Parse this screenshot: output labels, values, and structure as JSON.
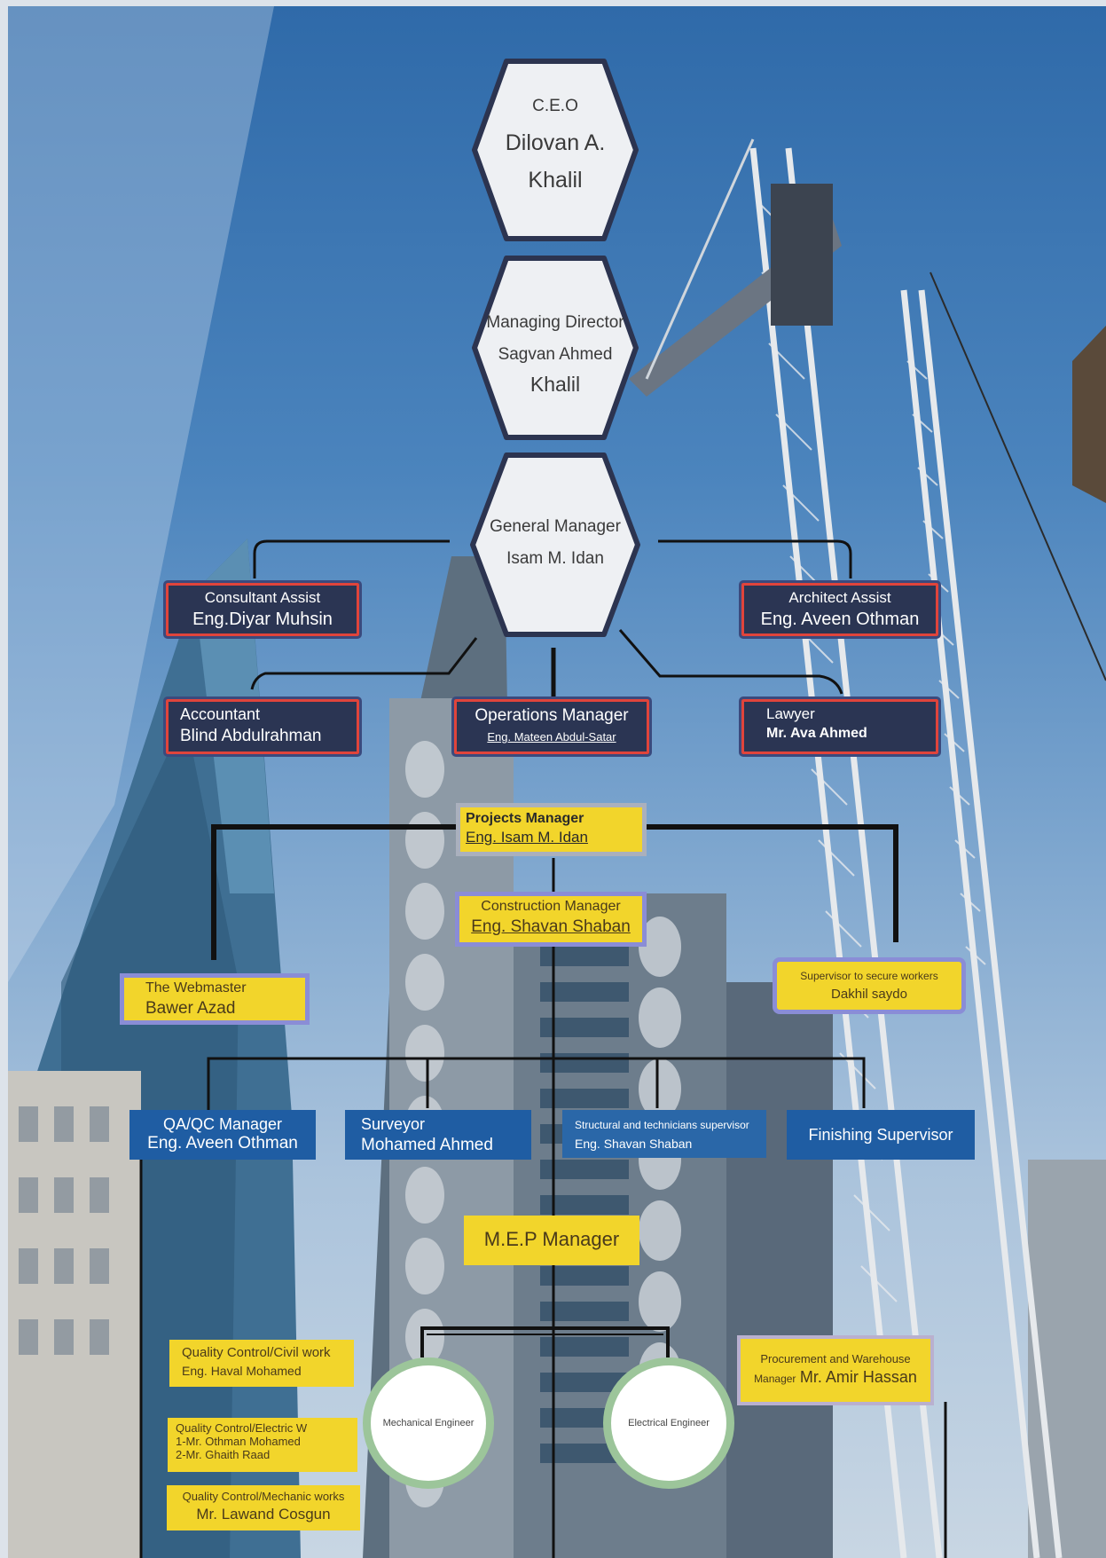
{
  "ceo": {
    "title": "C.E.O",
    "name1": "Dilovan A.",
    "name2": "Khalil"
  },
  "managing_director": {
    "title": "Managing Director",
    "name1": "Sagvan Ahmed",
    "name2": "Khalil"
  },
  "general_manager": {
    "title": "General Manager",
    "name": "Isam M. Idan"
  },
  "consultant_assist": {
    "title": "Consultant Assist",
    "name": "Eng.Diyar Muhsin"
  },
  "architect_assist": {
    "title": "Architect Assist",
    "name": "Eng. Aveen Othman"
  },
  "accountant": {
    "title": "Accountant",
    "name": "Blind Abdulrahman"
  },
  "operations_manager": {
    "title": "Operations Manager",
    "name": "Eng. Mateen Abdul-Satar"
  },
  "lawyer": {
    "title": "Lawyer",
    "name": "Mr. Ava Ahmed"
  },
  "projects_manager": {
    "title": "Projects Manager",
    "name": "Eng. Isam M. Idan"
  },
  "construction_manager": {
    "title": "Construction Manager",
    "name": "Eng. Shavan Shaban"
  },
  "webmaster": {
    "title": "The Webmaster",
    "name": "Bawer Azad"
  },
  "supervisor_secure": {
    "title": "Supervisor to secure workers",
    "name": "Dakhil saydo"
  },
  "qaqc_manager": {
    "title": "QA/QC Manager",
    "name": "Eng. Aveen Othman"
  },
  "surveyor": {
    "title": "Surveyor",
    "name": "Mohamed Ahmed"
  },
  "structural_supervisor": {
    "title": "Structural and technicians supervisor",
    "name": "Eng. Shavan Shaban"
  },
  "finishing_supervisor": {
    "title": "Finishing Supervisor"
  },
  "mep_manager": {
    "title": "M.E.P Manager"
  },
  "qc_civil": {
    "title": "Quality Control/Civil work",
    "name": "Eng. Haval Mohamed"
  },
  "qc_electric": {
    "title": "Quality Control/Electric W",
    "line1": "1-Mr. Othman Mohamed",
    "line2": "2-Mr. Ghaith Raad"
  },
  "qc_mechanic": {
    "title": "Quality Control/Mechanic works",
    "name": "Mr. Lawand Cosgun"
  },
  "mechanical_engineer": {
    "title": "Mechanical Engineer"
  },
  "electrical_engineer": {
    "title": "Electrical Engineer"
  },
  "procurement": {
    "title": "Procurement and Warehouse",
    "prefix": "Manager",
    "name": "Mr. Amir Hassan"
  },
  "colors": {
    "navy": "#2b3553",
    "red_border": "#e0443b",
    "yellow": "#f2d52b",
    "blue": "#1f5da3",
    "hex_fill": "#eef0f3",
    "hex_stroke": "#2c3450",
    "circle_ring": "#9cc59a"
  }
}
